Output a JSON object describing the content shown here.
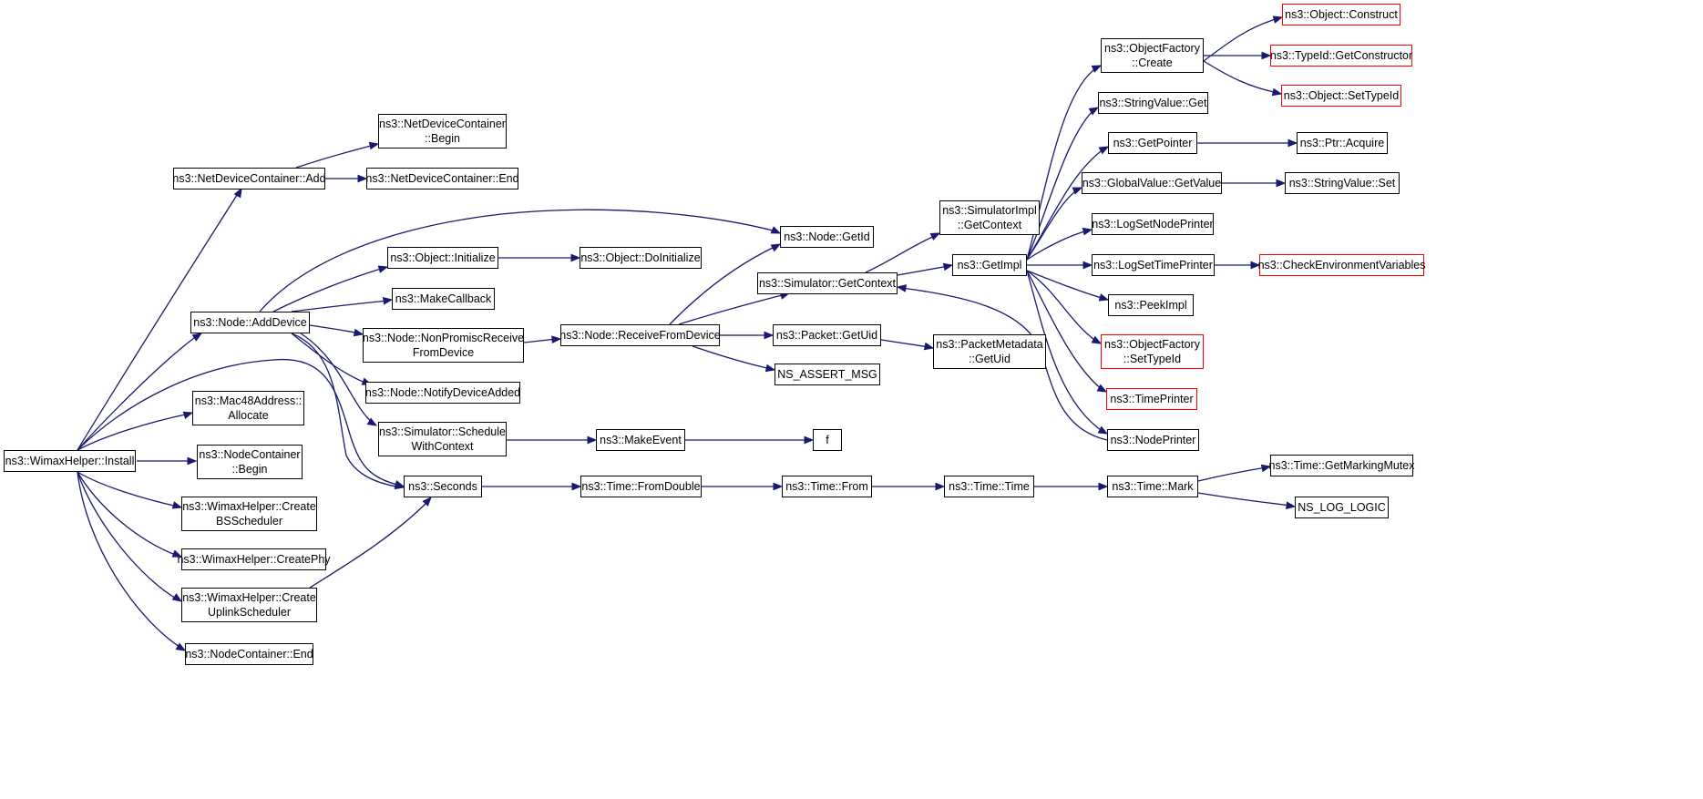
{
  "colors": {
    "edge": "#191970",
    "root_fill": "#bfbfbf",
    "truncated_border": "#ff0000",
    "node_border": "#000000"
  },
  "nodes": [
    {
      "id": "root",
      "lines": [
        "ns3::WimaxHelper::Install"
      ],
      "style": "root"
    },
    {
      "id": "ndc_add",
      "lines": [
        "ns3::NetDeviceContainer::Add"
      ]
    },
    {
      "id": "ndc_begin",
      "lines": [
        "ns3::NetDeviceContainer",
        "::Begin"
      ]
    },
    {
      "id": "ndc_end",
      "lines": [
        "ns3::NetDeviceContainer::End"
      ]
    },
    {
      "id": "node_adddevice",
      "lines": [
        "ns3::Node::AddDevice"
      ]
    },
    {
      "id": "mac48",
      "lines": [
        "ns3::Mac48Address::",
        "Allocate"
      ]
    },
    {
      "id": "nc_begin",
      "lines": [
        "ns3::NodeContainer",
        "::Begin"
      ]
    },
    {
      "id": "bssched",
      "lines": [
        "ns3::WimaxHelper::Create",
        "BSScheduler"
      ]
    },
    {
      "id": "createphy",
      "lines": [
        "ns3::WimaxHelper::CreatePhy"
      ]
    },
    {
      "id": "uplink",
      "lines": [
        "ns3::WimaxHelper::Create",
        "UplinkScheduler"
      ]
    },
    {
      "id": "nc_end",
      "lines": [
        "ns3::NodeContainer::End"
      ]
    },
    {
      "id": "obj_init",
      "lines": [
        "ns3::Object::Initialize"
      ]
    },
    {
      "id": "obj_doinit",
      "lines": [
        "ns3::Object::DoInitialize"
      ]
    },
    {
      "id": "makecallback",
      "lines": [
        "ns3::MakeCallback"
      ]
    },
    {
      "id": "nonpromisc",
      "lines": [
        "ns3::Node::NonPromiscReceive",
        "FromDevice"
      ]
    },
    {
      "id": "notify",
      "lines": [
        "ns3::Node::NotifyDeviceAdded"
      ]
    },
    {
      "id": "schedctx",
      "lines": [
        "ns3::Simulator::Schedule",
        "WithContext"
      ]
    },
    {
      "id": "seconds",
      "lines": [
        "ns3::Seconds"
      ]
    },
    {
      "id": "recvfrom",
      "lines": [
        "ns3::Node::ReceiveFromDevice"
      ]
    },
    {
      "id": "makeevent",
      "lines": [
        "ns3::MakeEvent"
      ]
    },
    {
      "id": "f",
      "lines": [
        "f"
      ]
    },
    {
      "id": "fromdouble",
      "lines": [
        "ns3::Time::FromDouble"
      ]
    },
    {
      "id": "timefrom",
      "lines": [
        "ns3::Time::From"
      ]
    },
    {
      "id": "timetime",
      "lines": [
        "ns3::Time::Time"
      ]
    },
    {
      "id": "timemark",
      "lines": [
        "ns3::Time::Mark"
      ]
    },
    {
      "id": "getmutex",
      "lines": [
        "ns3::Time::GetMarkingMutex"
      ]
    },
    {
      "id": "nslog",
      "lines": [
        "NS_LOG_LOGIC"
      ]
    },
    {
      "id": "getid",
      "lines": [
        "ns3::Node::GetId"
      ]
    },
    {
      "id": "simgetctx",
      "lines": [
        "ns3::Simulator::GetContext"
      ]
    },
    {
      "id": "simimplctx",
      "lines": [
        "ns3::SimulatorImpl",
        "::GetContext"
      ]
    },
    {
      "id": "getimpl",
      "lines": [
        "ns3::GetImpl"
      ]
    },
    {
      "id": "getuid",
      "lines": [
        "ns3::Packet::GetUid"
      ]
    },
    {
      "id": "metauid",
      "lines": [
        "ns3::PacketMetadata",
        "::GetUid"
      ]
    },
    {
      "id": "nsassert",
      "lines": [
        "NS_ASSERT_MSG"
      ]
    },
    {
      "id": "ofcreate",
      "lines": [
        "ns3::ObjectFactory",
        "::Create"
      ]
    },
    {
      "id": "objconstruct",
      "lines": [
        "ns3::Object::Construct"
      ],
      "style": "red"
    },
    {
      "id": "getctor",
      "lines": [
        "ns3::TypeId::GetConstructor"
      ],
      "style": "red"
    },
    {
      "id": "settypeid",
      "lines": [
        "ns3::Object::SetTypeId"
      ],
      "style": "red"
    },
    {
      "id": "strget",
      "lines": [
        "ns3::StringValue::Get"
      ]
    },
    {
      "id": "getpointer",
      "lines": [
        "ns3::GetPointer"
      ]
    },
    {
      "id": "ptracquire",
      "lines": [
        "ns3::Ptr::Acquire"
      ]
    },
    {
      "id": "gvgetvalue",
      "lines": [
        "ns3::GlobalValue::GetValue"
      ]
    },
    {
      "id": "strset",
      "lines": [
        "ns3::StringValue::Set"
      ]
    },
    {
      "id": "lognode",
      "lines": [
        "ns3::LogSetNodePrinter"
      ]
    },
    {
      "id": "logtime",
      "lines": [
        "ns3::LogSetTimePrinter"
      ]
    },
    {
      "id": "checkenv",
      "lines": [
        "ns3::CheckEnvironmentVariables"
      ],
      "style": "red"
    },
    {
      "id": "peekimpl",
      "lines": [
        "ns3::PeekImpl"
      ]
    },
    {
      "id": "ofsettype",
      "lines": [
        "ns3::ObjectFactory",
        "::SetTypeId"
      ],
      "style": "red"
    },
    {
      "id": "timeprinter",
      "lines": [
        "ns3::TimePrinter"
      ],
      "style": "red"
    },
    {
      "id": "nodeprinter",
      "lines": [
        "ns3::NodePrinter"
      ]
    }
  ]
}
